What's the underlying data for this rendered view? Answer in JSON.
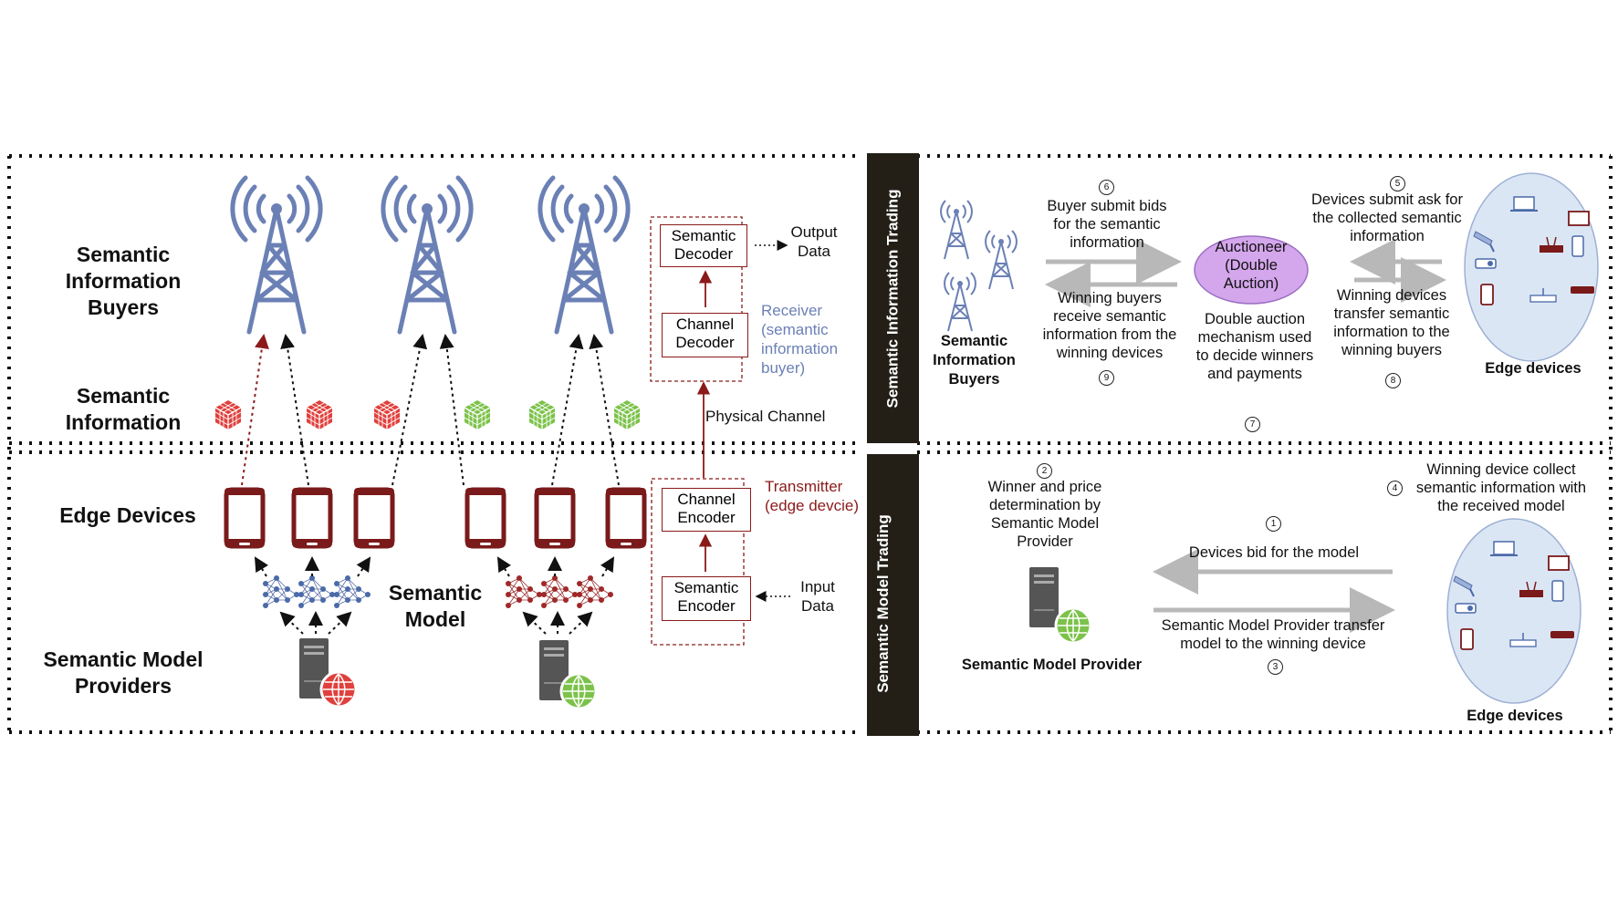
{
  "left": {
    "buyers_label": "Semantic Information Buyers",
    "semantic_info_label": "Semantic Information",
    "edge_devices_label": "Edge Devices",
    "providers_label": "Semantic Model Providers",
    "semantic_model_label": "Semantic Model",
    "semantic_decoder": "Semantic Decoder",
    "channel_decoder": "Channel Decoder",
    "channel_encoder": "Channel Encoder",
    "semantic_encoder": "Semantic Encoder",
    "output_data": "Output Data",
    "input_data": "Input Data",
    "receiver_label": "Receiver (semantic information buyer)",
    "transmitter_label": "Transmitter (edge devcie)",
    "physical_channel": "Physical Channel"
  },
  "bars": {
    "info_trading": "Semantic Information Trading",
    "model_trading": "Semantic Model Trading"
  },
  "right_top": {
    "buyers_label": "Semantic Information Buyers",
    "edge_devices": "Edge devices",
    "auctioneer": "Auctioneer (Double Auction)",
    "step5_num": "5",
    "step5_text": "Devices submit ask for the collected semantic information",
    "step6_num": "6",
    "step6_text": "Buyer submit bids for the semantic information",
    "step7_num": "7",
    "step7_text": "Double auction mechanism used to decide winners and payments",
    "step8_num": "8",
    "step8_text": "Winning devices transfer semantic information to the winning buyers",
    "step9_num": "9",
    "step9_text": "Winning buyers receive semantic information from the winning devices"
  },
  "right_bottom": {
    "provider_label": "Semantic Model Provider",
    "edge_devices": "Edge devices",
    "step1_num": "1",
    "step1_text": "Devices bid for the model",
    "step2_num": "2",
    "step2_text": "Winner and price determination by Semantic Model Provider",
    "step3_num": "3",
    "step3_text": "Semantic Model Provider transfer model to the winning device",
    "step4_num": "4",
    "step4_text": "Winning device collect semantic information with the received model"
  },
  "colors": {
    "tower": "#6b80b5",
    "red_accent": "#8b1a1a",
    "red_cube": "#e0403d",
    "green_cube": "#7cc24a",
    "dark_bar": "#231f17",
    "auctioneer_fill": "#d4a6ec",
    "ellipse_fill": "#dbe6f5"
  }
}
